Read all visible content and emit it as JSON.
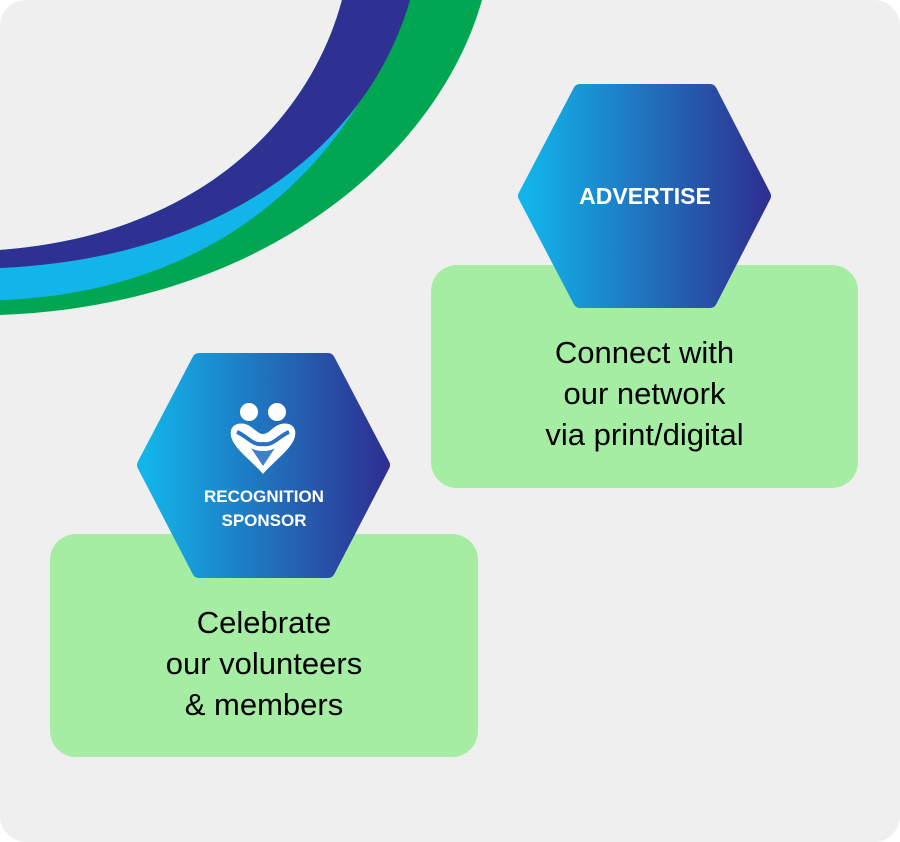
{
  "colors": {
    "background": "#efefef",
    "card_green": "#a6eda4",
    "arc_navy": "#2e3192",
    "arc_blue": "#12b5ea",
    "arc_green": "#00a651",
    "hex_gradient_start": "#12b5ea",
    "hex_gradient_end": "#2e3192"
  },
  "advertise": {
    "title": "ADVERTISE",
    "lines": [
      "Connect with",
      "our network",
      "via print/digital"
    ]
  },
  "recognition": {
    "icon": "heart-people-icon",
    "title_lines": [
      "RECOGNITION",
      "SPONSOR"
    ],
    "lines": [
      "Celebrate",
      "our volunteers",
      "& members"
    ]
  }
}
